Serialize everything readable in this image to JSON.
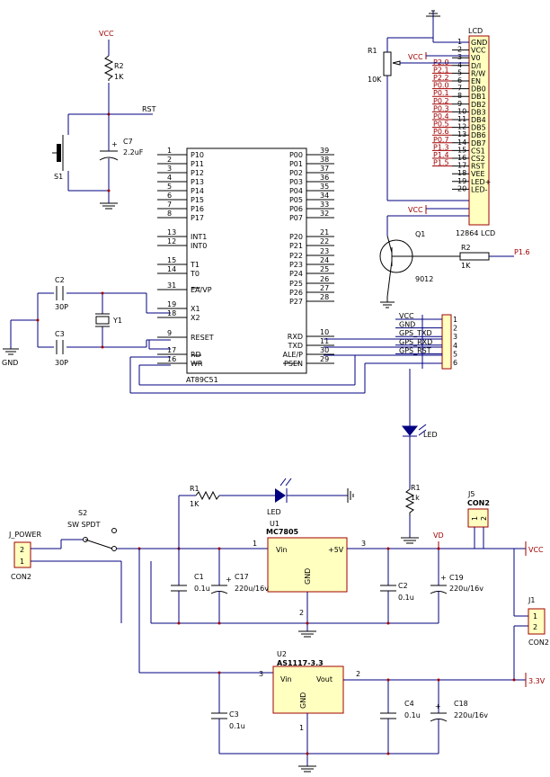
{
  "power_labels": {
    "vcc_top": "VCC",
    "vcc_lcd": "VCC",
    "vcc_bl": "VCC",
    "vcc_rail": "VCC",
    "v33": "3.3V",
    "vd": "VD",
    "gnd": "GND",
    "rst": "RST",
    "p16": "P1.6"
  },
  "reset_circuit": {
    "r2_ref": "R2",
    "r2_val": "1K",
    "c7_ref": "C7",
    "c7_val": "2.2uF",
    "s1": "S1"
  },
  "osc": {
    "c2": "C2",
    "c3": "C3",
    "c2_val": "30P",
    "c3_val": "30P",
    "xtal": "Y1"
  },
  "mcu": {
    "name": "AT89C51",
    "left_pins": [
      {
        "num": "1",
        "name": "P10"
      },
      {
        "num": "2",
        "name": "P11"
      },
      {
        "num": "3",
        "name": "P12"
      },
      {
        "num": "4",
        "name": "P13"
      },
      {
        "num": "5",
        "name": "P14"
      },
      {
        "num": "6",
        "name": "P15"
      },
      {
        "num": "7",
        "name": "P16"
      },
      {
        "num": "8",
        "name": "P17"
      },
      {
        "num": "13",
        "name": "INT1"
      },
      {
        "num": "12",
        "name": "INT0"
      },
      {
        "num": "15",
        "name": "T1"
      },
      {
        "num": "14",
        "name": "T0"
      },
      {
        "num": "31",
        "name": "EA/VP"
      },
      {
        "num": "19",
        "name": "X1"
      },
      {
        "num": "18",
        "name": "X2"
      },
      {
        "num": "9",
        "name": "RESET"
      },
      {
        "num": "17",
        "name": "RD"
      },
      {
        "num": "16",
        "name": "WR"
      }
    ],
    "right_pins": [
      {
        "num": "39",
        "name": "P00"
      },
      {
        "num": "38",
        "name": "P01"
      },
      {
        "num": "37",
        "name": "P02"
      },
      {
        "num": "36",
        "name": "P03"
      },
      {
        "num": "35",
        "name": "P04"
      },
      {
        "num": "34",
        "name": "P05"
      },
      {
        "num": "33",
        "name": "P06"
      },
      {
        "num": "32",
        "name": "P07"
      },
      {
        "num": "21",
        "name": "P20"
      },
      {
        "num": "22",
        "name": "P21"
      },
      {
        "num": "23",
        "name": "P22"
      },
      {
        "num": "24",
        "name": "P23"
      },
      {
        "num": "25",
        "name": "P24"
      },
      {
        "num": "26",
        "name": "P25"
      },
      {
        "num": "27",
        "name": "P26"
      },
      {
        "num": "28",
        "name": "P27"
      },
      {
        "num": "10",
        "name": "RXD"
      },
      {
        "num": "11",
        "name": "TXD"
      },
      {
        "num": "30",
        "name": "ALE/P"
      },
      {
        "num": "29",
        "name": "PSEN"
      }
    ]
  },
  "lcd": {
    "ref": "LCD",
    "name": "12864 LCD",
    "pins": [
      {
        "num": "1",
        "net": "",
        "name": "GND"
      },
      {
        "num": "2",
        "net": "",
        "name": "VCC"
      },
      {
        "num": "3",
        "net": "",
        "name": "V0"
      },
      {
        "num": "4",
        "net": "P2.0",
        "name": "D/I"
      },
      {
        "num": "5",
        "net": "P2.1",
        "name": "R/W"
      },
      {
        "num": "6",
        "net": "P2.2",
        "name": "EN"
      },
      {
        "num": "7",
        "net": "P0.0",
        "name": "DB0"
      },
      {
        "num": "8",
        "net": "P0.1",
        "name": "DB1"
      },
      {
        "num": "9",
        "net": "P0.2",
        "name": "DB2"
      },
      {
        "num": "10",
        "net": "P0.3",
        "name": "DB3"
      },
      {
        "num": "11",
        "net": "P0.4",
        "name": "DB4"
      },
      {
        "num": "12",
        "net": "P0.5",
        "name": "DB5"
      },
      {
        "num": "13",
        "net": "P0.6",
        "name": "DB6"
      },
      {
        "num": "14",
        "net": "P0.7",
        "name": "DB7"
      },
      {
        "num": "15",
        "net": "P1.3",
        "name": "CS1"
      },
      {
        "num": "16",
        "net": "P1.4",
        "name": "CS2"
      },
      {
        "num": "17",
        "net": "P1.5",
        "name": "RST"
      },
      {
        "num": "18",
        "net": "",
        "name": "VEE"
      },
      {
        "num": "19",
        "net": "",
        "name": "LED+"
      },
      {
        "num": "20",
        "net": "",
        "name": "LED-"
      }
    ]
  },
  "contrast": {
    "ref": "R1",
    "val": "10K"
  },
  "backlight": {
    "q_ref": "Q1",
    "q_val": "9012",
    "r_ref": "R2",
    "r_val": "1K"
  },
  "gps": {
    "labels": [
      "VCC",
      "GND",
      "GPS_TXD",
      "GPS_RXD",
      "GPS_RST"
    ],
    "pins": [
      "1",
      "2",
      "3",
      "4",
      "5",
      "6"
    ]
  },
  "led_status": {
    "led": "LED",
    "r_ref": "R1",
    "r_val": "1k"
  },
  "power": {
    "j_power": "J_POWER",
    "j_power_type": "CON2",
    "j_power_pins": [
      "2",
      "1"
    ],
    "sw_ref": "S2",
    "sw_val": "SW SPDT",
    "r1_ref": "R1",
    "r1_val": "1K",
    "led": "LED",
    "u1_ref": "U1",
    "u1_name": "MC7805",
    "u1_in": "Vin",
    "u1_out": "+5V",
    "u1_gnd": "GND",
    "u1_pin_in": "1",
    "u1_pin_out": "3",
    "u1_pin_gnd": "2",
    "c1": "C1",
    "c1_val": "0.1u",
    "c17": "C17",
    "c17_val": "220u/16v",
    "c2": "C2",
    "c2_val": "0.1u",
    "c19": "C19",
    "c19_val": "220u/16v",
    "j5_ref": "J5",
    "j5_type": "CON2",
    "j5_pins": [
      "1",
      "2"
    ],
    "j1_ref": "J1",
    "j1_type": "CON2",
    "j1_pins": [
      "1",
      "2"
    ],
    "u2_ref": "U2",
    "u2_name": "AS1117-3.3",
    "u2_in": "Vin",
    "u2_out": "Vout",
    "u2_gnd": "GND",
    "u2_pin_in": "3",
    "u2_pin_out": "2",
    "u2_pin_gnd": "1",
    "c3": "C3",
    "c3_val": "0.1u",
    "c4": "C4",
    "c4_val": "0.1u",
    "c18": "C18",
    "c18_val": "220u/16v"
  }
}
